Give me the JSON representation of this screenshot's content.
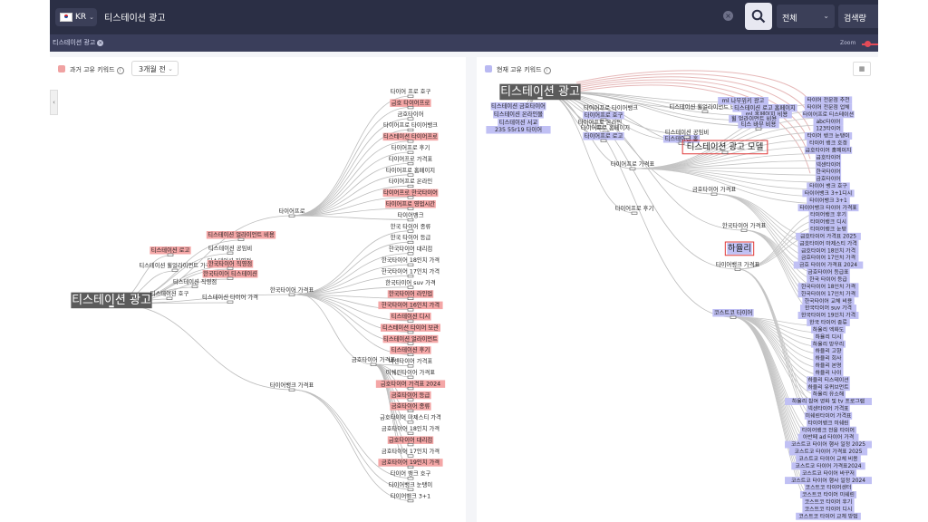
{
  "search": {
    "country": "KR",
    "query": "티스테이션 광고",
    "scope": "전체",
    "sort": "검색량"
  },
  "filter": {
    "tag": "티스테이션 광고",
    "zoom_label": "Zoom"
  },
  "left_panel": {
    "title": "과거 고유 키워드",
    "period": "3개월 전",
    "root": "티스테이션 광고",
    "branches": [
      "티스테이션 얼라이언트 비용",
      "티스테이션 로고",
      "티스테이션 공임비",
      "티스테이션 휠얼라이먼트 가격",
      "티스테이션 직영점",
      "한국타이어 직영점",
      "한국타이어 티스테이션",
      "티스테이션 타이어 가격",
      "티스테이션 호구",
      "티스테이션 직영점"
    ],
    "hubs": [
      "타이어프로",
      "한국타이어 가격표",
      "타이어뱅크 가격표",
      "금호타이어 가격표"
    ],
    "leaves": [
      {
        "t": "타이어 프로 호구",
        "h": false
      },
      {
        "t": "금호 타이어프로",
        "h": true
      },
      {
        "t": "금호타이어",
        "h": false
      },
      {
        "t": "타이어프로 타이어뱅크",
        "h": false
      },
      {
        "t": "티스테이션 타이어프로",
        "h": true
      },
      {
        "t": "타이어프로 후기",
        "h": false
      },
      {
        "t": "타이어프로 가격표",
        "h": false
      },
      {
        "t": "타이어프로 홈페이지",
        "h": false
      },
      {
        "t": "타이어프로 온라인",
        "h": false
      },
      {
        "t": "타이어프로 한국타이어",
        "h": true
      },
      {
        "t": "타이어프로 영업시간",
        "h": true
      },
      {
        "t": "타이어뱅크",
        "h": false
      },
      {
        "t": "한국 타이어 종류",
        "h": false
      },
      {
        "t": "한국 타이어 등급",
        "h": false
      },
      {
        "t": "한국타이어 대리점",
        "h": false
      },
      {
        "t": "한국타이어 18인치 가격",
        "h": false
      },
      {
        "t": "한국타이어 17인치 가격",
        "h": false
      },
      {
        "t": "한국타이어 suv 가격",
        "h": false
      },
      {
        "t": "한국타이어 라인업",
        "h": true
      },
      {
        "t": "한국타이어 16인치 가격",
        "h": true
      },
      {
        "t": "티스테이션 디시",
        "h": true
      },
      {
        "t": "티스테이션 타이어 보관",
        "h": true
      },
      {
        "t": "티스테이션 얼라이먼트",
        "h": true
      },
      {
        "t": "티스테이션 후기",
        "h": true
      },
      {
        "t": "넥센타이어 가격표",
        "h": false
      },
      {
        "t": "미쉐린타이어 가격표",
        "h": false
      },
      {
        "t": "금호타이어 가격표 2024",
        "h": true
      },
      {
        "t": "금호타이어 등급",
        "h": true
      },
      {
        "t": "금호타이어 종류",
        "h": true
      },
      {
        "t": "금호타이어 마제스티 가격",
        "h": false
      },
      {
        "t": "금호타이어 18인치 가격",
        "h": false
      },
      {
        "t": "금호타이어 대리점",
        "h": true
      },
      {
        "t": "금호타이어 17인치 가격",
        "h": false
      },
      {
        "t": "금호타이어 19인치 가격",
        "h": true
      },
      {
        "t": "타이어 뱅크 호구",
        "h": false
      },
      {
        "t": "타이어뱅크 눈탱이",
        "h": false
      },
      {
        "t": "타이어뱅크 3+1",
        "h": false
      }
    ]
  },
  "right_panel": {
    "title": "현재 고유 키워드",
    "root": "티스테이션 광고",
    "root_children": [
      "티스테이션 금호타이어",
      "티스테이션 온라인몰",
      "티스테이션 서교",
      "235 55r19 타이어"
    ],
    "top_cluster": [
      "타이어프로 타이어뱅크",
      "타이어프로 호구",
      "타이어프로 온라인",
      "타이어프로 홈페이지",
      "타이어프로 로고",
      "티스테이션 홈",
      "티스테이션 휠얼라이먼트 비용",
      "티스테이션 공임비",
      "ml 나무위키 광고",
      "티스테이션 로고 홈페이지",
      "ml 홈페이지 비용",
      "휠 얼라이먼트 비용",
      "티스 바부 비용"
    ],
    "highlight1": "티스테이션 광고 모델",
    "highlight2": "하율리",
    "hubs": [
      "타이어프로 가격표",
      "금호타이어 가격표",
      "타이어프로 후기",
      "한국타이어 가격표",
      "타이어뱅크 가격표",
      "코스트코 타이어"
    ],
    "leaves": [
      "타이어 전문점 추천",
      "타이어 전문점 업체",
      "타이어프로 티스테이션",
      "abc타이어",
      "123타이어",
      "타이어 뱅크 눈탱이",
      "타이어 뱅크 호갱",
      "금호타이어 홈페이지",
      "금호타이어",
      "넥센타이어",
      "한국타이어",
      "금호타이어",
      "타이어 뱅크 호구",
      "타이어뱅크 3+1디시",
      "타이어뱅크 3+1",
      "타이어뱅크 타이어 가격표",
      "타이어뱅크 후기",
      "타이어뱅크 디시",
      "타이어뱅크 눈탱",
      "금호타이어 가격표 2025",
      "금호타이어 마제스티 가격",
      "금호타이어 18인치 가격",
      "금호타이어 17인치 가격",
      "금호 타이어 가격표 2024",
      "금호타이어 등급표",
      "한국 타이어 등급",
      "한국타이어 18인치 가격",
      "한국타이어 17인치 가격",
      "한국타이어 교체 비용",
      "한국타이어 suv 가격",
      "한국타이어 19인치 가격",
      "한국 타이어 종류",
      "하율리 엑화도",
      "하율리 디시",
      "하율리 방우리",
      "하율리 고향",
      "하율리 회사",
      "하율리 본명",
      "하율리 나이",
      "하율리 티스테이션",
      "하율리 유퀴브먼트",
      "하율리 유소해",
      "하율리 참여 영화 및 tv 프로그램",
      "넥센타이어 가격표",
      "미쉐린타이어 가격표",
      "타이어뱅크 미쉐린",
      "타이어뱅크 전용 타이어",
      "아반떼 ad 타이어 가격",
      "코스트코 타이어 행사 일정 2025",
      "코스트코 타이어 가격표 2025",
      "코스트코 타이어 교체 비용",
      "코스트코 타이어 가격표2024",
      "코스트코 타이어 바꾸저",
      "코스트코 타이어 행사 일정 2024",
      "코스트코 타이어센터",
      "코스트코 타이어 미쉐린",
      "코스트코 타이어 후기",
      "코스트코 타이어 디시",
      "코스트코 타이어 교체 방법"
    ]
  }
}
